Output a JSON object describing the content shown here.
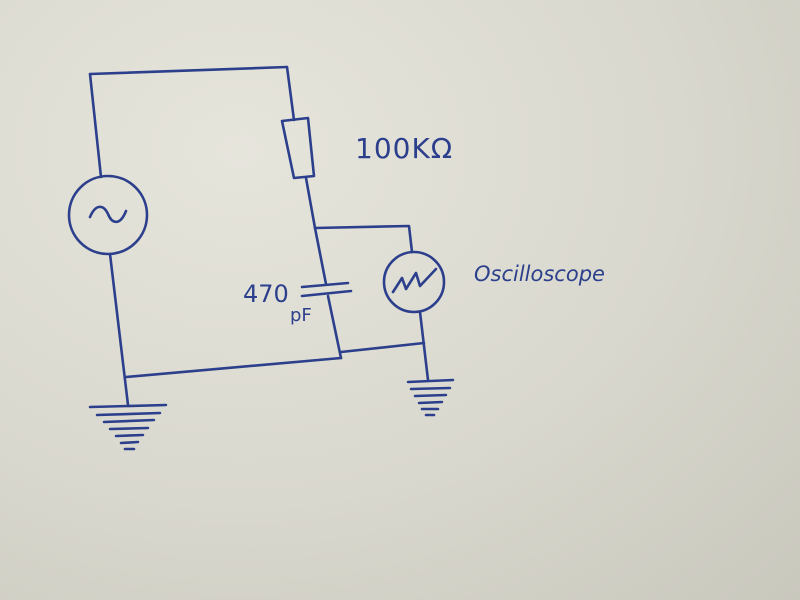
{
  "diagram": {
    "type": "hand-drawn circuit schematic",
    "ink_color": "#2c3f8c",
    "components": {
      "source": {
        "icon": "ac-source-icon"
      },
      "resistor": {
        "label": "100KΩ"
      },
      "capacitor": {
        "value": "470",
        "unit": "pF"
      },
      "oscilloscope": {
        "label": "Oscilloscope",
        "icon": "sawtooth-wave-icon"
      },
      "grounds": [
        "ground-icon",
        "ground-icon"
      ]
    }
  }
}
